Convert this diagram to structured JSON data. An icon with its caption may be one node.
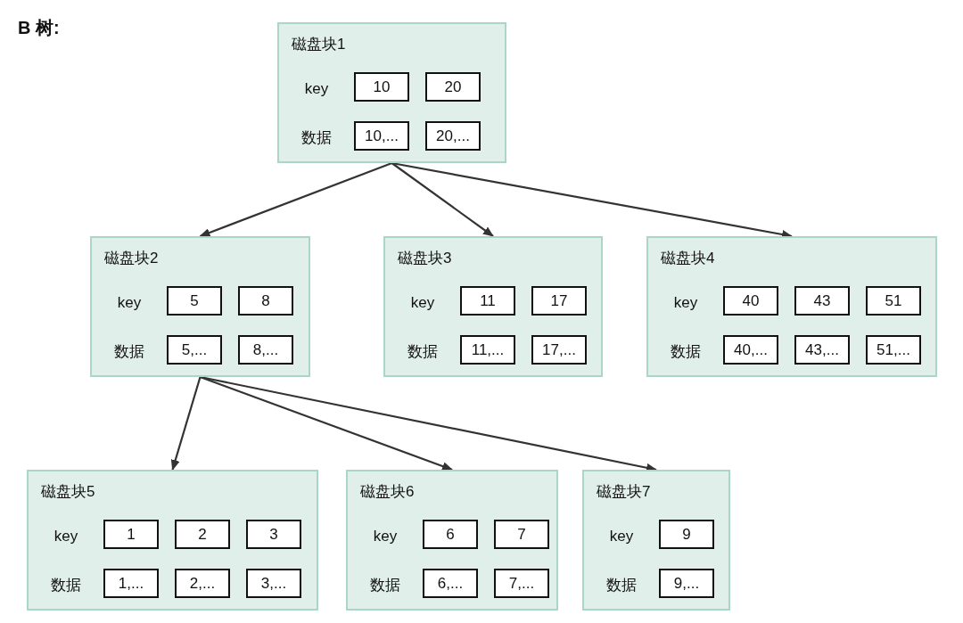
{
  "diagram": {
    "title": "B 树:",
    "nodes": [
      {
        "text": [
          "磁盘块1",
          "key",
          "数据"
        ]
      },
      {
        "text": [
          "10"
        ],
        "in": 0
      },
      {
        "text": [
          "20"
        ],
        "in": 0
      },
      {
        "text": [
          "10,..."
        ],
        "in": 0
      },
      {
        "text": [
          "20,..."
        ],
        "in": 0
      },
      {
        "text": [
          "磁盘块2",
          "key",
          "数据"
        ]
      },
      {
        "text": [
          "5"
        ],
        "in": 5
      },
      {
        "text": [
          "8"
        ],
        "in": 5
      },
      {
        "text": [
          "5,..."
        ],
        "in": 5
      },
      {
        "text": [
          "8,..."
        ],
        "in": 5
      },
      {
        "text": [
          "磁盘块3",
          "key",
          "数据"
        ]
      },
      {
        "text": [
          "11"
        ],
        "in": 10
      },
      {
        "text": [
          "17"
        ],
        "in": 10
      },
      {
        "text": [
          "11,..."
        ],
        "in": 10
      },
      {
        "text": [
          "17,..."
        ],
        "in": 10
      },
      {
        "text": [
          "磁盘块4",
          "key",
          "数据"
        ]
      },
      {
        "text": [
          "40"
        ],
        "in": 15
      },
      {
        "text": [
          "43"
        ],
        "in": 15
      },
      {
        "text": [
          "51"
        ],
        "in": 15
      },
      {
        "text": [
          "40,..."
        ],
        "in": 15
      },
      {
        "text": [
          "43,..."
        ],
        "in": 15
      },
      {
        "text": [
          "51,..."
        ],
        "in": 15
      },
      {
        "text": [
          "磁盘块5",
          "key",
          "数据"
        ]
      },
      {
        "text": [
          "1"
        ],
        "in": 22
      },
      {
        "text": [
          "2"
        ],
        "in": 22
      },
      {
        "text": [
          "3"
        ],
        "in": 22
      },
      {
        "text": [
          "1,..."
        ],
        "in": 22
      },
      {
        "text": [
          "2,..."
        ],
        "in": 22
      },
      {
        "text": [
          "3,..."
        ],
        "in": 22
      },
      {
        "text": [
          "磁盘块6",
          "key",
          "数据"
        ]
      },
      {
        "text": [
          "6"
        ],
        "in": 29
      },
      {
        "text": [
          "7"
        ],
        "in": 29
      },
      {
        "text": [
          "6,..."
        ],
        "in": 29
      },
      {
        "text": [
          "7,..."
        ],
        "in": 29
      },
      {
        "text": [
          "磁盘块7",
          "key",
          "数据"
        ]
      },
      {
        "text": [
          "9"
        ],
        "in": 34
      },
      {
        "text": [
          "9,..."
        ],
        "in": 34
      }
    ],
    "edges": [
      {
        "from": 0,
        "to": 5,
        "arrow": "to"
      },
      {
        "from": 0,
        "to": 10,
        "arrow": "to"
      },
      {
        "from": 0,
        "to": 15,
        "arrow": "to"
      },
      {
        "from": 5,
        "to": 22,
        "arrow": "to"
      },
      {
        "from": 5,
        "to": 29,
        "arrow": "to"
      },
      {
        "from": 5,
        "to": 34,
        "arrow": "to"
      }
    ]
  }
}
